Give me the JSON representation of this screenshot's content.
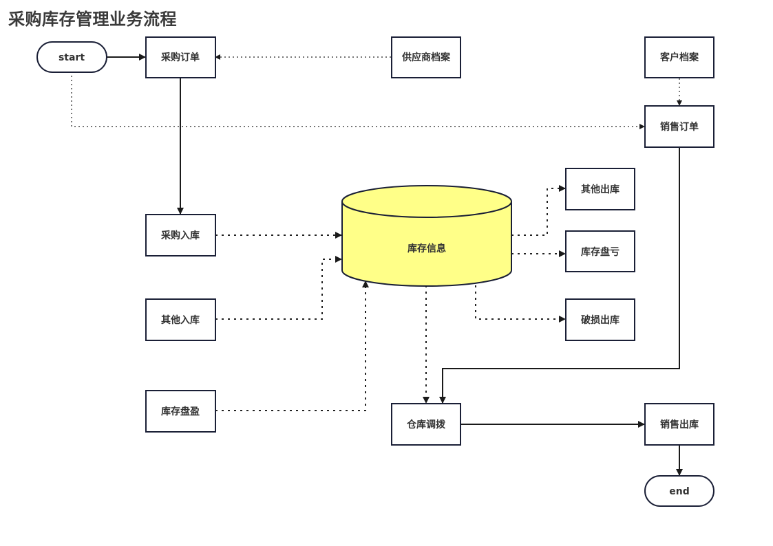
{
  "title": "采购库存管理业务流程",
  "colors": {
    "database_fill": "#ffff88",
    "node_border": "#1a1f36",
    "title_text": "#3a3a3a"
  },
  "nodes": {
    "start": "start",
    "purchase_order": "采购订单",
    "supplier_file": "供应商档案",
    "customer_file": "客户档案",
    "sales_order": "销售订单",
    "purchase_inbound": "采购入库",
    "other_inbound": "其他入库",
    "stock_surplus": "库存盘盈",
    "inventory_info": "库存信息",
    "other_outbound": "其他出库",
    "stock_loss": "库存盘亏",
    "damage_outbound": "破损出库",
    "warehouse_transfer": "仓库调拨",
    "sales_outbound": "销售出库",
    "end": "end"
  }
}
